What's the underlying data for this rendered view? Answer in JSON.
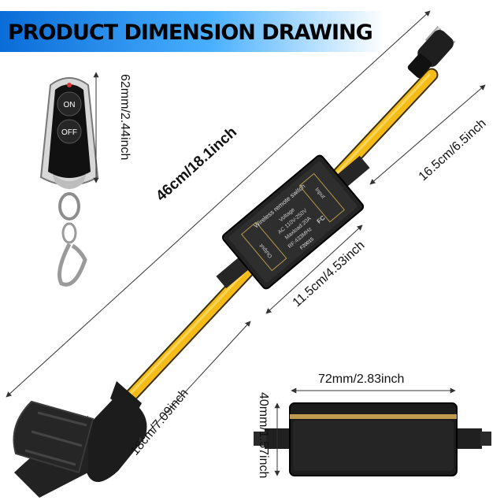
{
  "header": {
    "title": "PRODUCT DIMENSION DRAWING"
  },
  "dimensions": {
    "remote_height": "62mm/2.44inch",
    "total_length": "46cm/18.1inch",
    "plug_cable": "16.5cm/6.5inch",
    "box_length": "11.5cm/4.53inch",
    "outlet_cable": "18cm/7.09inch",
    "box_width": "72mm/2.83inch",
    "box_height": "40mm/1.57inch"
  },
  "remote": {
    "on_label": "ON",
    "off_label": "OFF"
  },
  "switch_box": {
    "title": "Wireless remote switch",
    "lines": [
      "Voltage",
      "AC 110V-250V",
      "Maxload:20A",
      "RF:433MHz"
    ],
    "input_label": "Input",
    "output_label": "Output",
    "badge": "F20015"
  },
  "colors": {
    "cable": "#f5bb16",
    "body": "#1e1e1e",
    "banner_start": "#0a6cd8",
    "banner_end": "#ffffff"
  },
  "icons": [
    "remote-control-icon",
    "plug-icon",
    "triple-outlet-icon",
    "fcc-logo-icon",
    "ce-logo-icon"
  ]
}
